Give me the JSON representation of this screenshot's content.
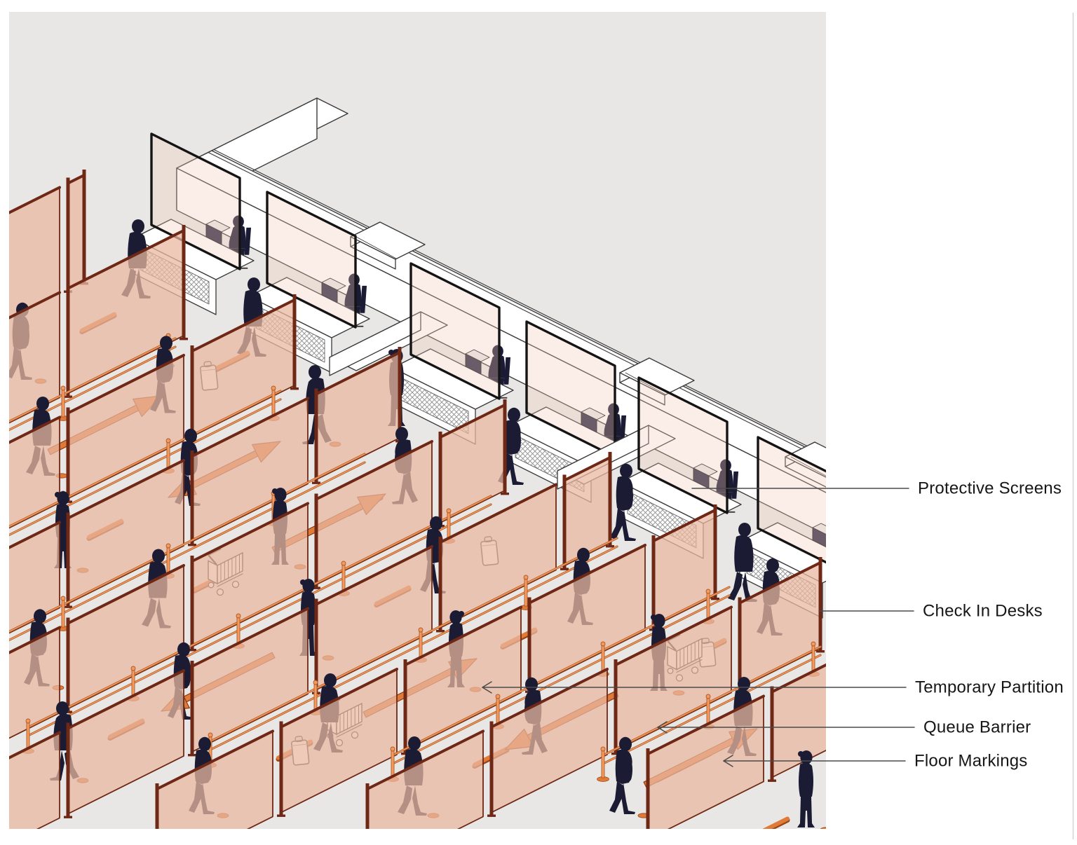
{
  "page": {
    "background": "#ffffff",
    "canvas_background": "#e8e7e5",
    "edge_line_color": "#d4d4d4"
  },
  "palette": {
    "partition_fill": "#eab7a1",
    "partition_frame": "#6e2815",
    "silhouette": "#1b1b34",
    "barrier_light": "#f29a62",
    "barrier_mid": "#ef8c4d",
    "barrier_dark": "#b05a22",
    "marking_fill": "#df7a38",
    "marking_dark": "#8a3a12",
    "marking_deep": "#9c4514",
    "outline": "#3a3a3a",
    "screen_tint": "#f4cab8",
    "screen_frame": "#141414",
    "white": "#ffffff",
    "leader_line": "#4a4a4a",
    "label_text": "#161616"
  },
  "annotations": {
    "items": [
      {
        "id": "protective-screens",
        "label": "Protective Screens"
      },
      {
        "id": "check-in-desks",
        "label": "Check In Desks"
      },
      {
        "id": "temporary-partition",
        "label": "Temporary Partition"
      },
      {
        "id": "queue-barrier",
        "label": "Queue Barrier"
      },
      {
        "id": "floor-markings",
        "label": "Floor Markings"
      }
    ]
  },
  "scene_elements": [
    "baggage-belt",
    "suitcase",
    "check-in-desk",
    "desk-agent-silhouette",
    "protective-screen",
    "passenger-silhouette",
    "temporary-partition-panel",
    "queue-barrier",
    "floor-marking-arrow",
    "floor-marking-dash",
    "luggage-trolley"
  ]
}
